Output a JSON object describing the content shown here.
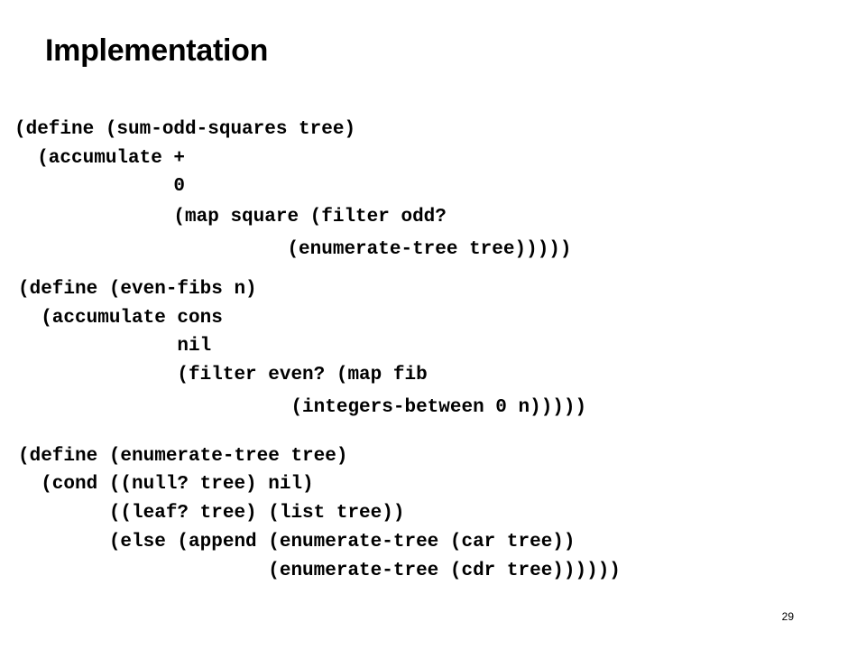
{
  "slide": {
    "title": "Implementation",
    "page_number": "29"
  },
  "blocks": [
    {
      "name": "sum-odd-squares",
      "lines": [
        "(define (sum-odd-squares tree)",
        "  (accumulate +",
        "              0",
        "              (map square (filter odd?",
        "                        (enumerate-tree tree)))))"
      ]
    },
    {
      "name": "even-fibs",
      "lines": [
        "(define (even-fibs n)",
        "  (accumulate cons",
        "              nil",
        "              (filter even? (map fib",
        "                        (integers-between 0 n)))))"
      ]
    },
    {
      "name": "enumerate-tree",
      "lines": [
        "(define (enumerate-tree tree)",
        "  (cond ((null? tree) nil)",
        "        ((leaf? tree) (list tree))",
        "        (else (append (enumerate-tree (car tree))",
        "                      (enumerate-tree (cdr tree))))))"
      ]
    }
  ]
}
